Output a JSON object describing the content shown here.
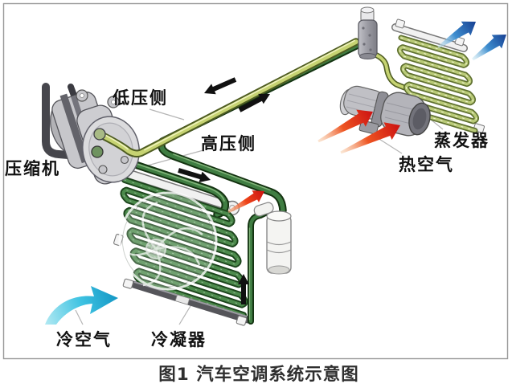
{
  "figure": {
    "caption": "图1 汽车空调系统示意图"
  },
  "diagram": {
    "labels": {
      "compressor": "压缩机",
      "low_pressure_side": "低压侧",
      "high_pressure_side": "高压侧",
      "evaporator": "蒸发器",
      "hot_air": "热空气",
      "cold_air": "冷空气",
      "condenser": "冷凝器"
    },
    "arrows": [
      {
        "name": "suction-flow-arrow",
        "color": "black",
        "direction": "down-left",
        "meaning": "refrigerant flow to compressor (low pressure line)"
      },
      {
        "name": "high-pressure-flow-arrow",
        "color": "black",
        "direction": "up-right",
        "meaning": "refrigerant flow to expansion valve (high pressure line)"
      },
      {
        "name": "condenser-inlet-flow-arrow",
        "color": "black",
        "direction": "right",
        "meaning": "refrigerant flow into condenser"
      },
      {
        "name": "condenser-outlet-flow-arrow",
        "color": "black",
        "direction": "up",
        "meaning": "refrigerant flow out of condenser"
      },
      {
        "name": "condenser-hot-air-arrow",
        "color": "red",
        "direction": "up-right",
        "meaning": "heated air leaving condenser"
      },
      {
        "name": "hot-air-arrow",
        "color": "red",
        "direction": "up-right",
        "count": 2,
        "meaning": "hot air blown through evaporator"
      },
      {
        "name": "cold-air-out-arrow",
        "color": "blue",
        "direction": "up-right",
        "count": 2,
        "meaning": "cooled air leaving evaporator"
      },
      {
        "name": "cold-air-in-arrow",
        "color": "cyan",
        "direction": "up-right",
        "meaning": "cool air entering condenser"
      }
    ],
    "colors": {
      "background": "#ffffff",
      "frame_border": "#999999",
      "label_text": "#111111",
      "caption_text": "#2f2f2f",
      "leader_line": "#b5b5b5",
      "flow_arrow": "#111111",
      "hot_air_red": "#d81f10",
      "cold_air_blue": "#1a4fa0",
      "cold_air_cyan": "#27b6dc",
      "pipe_low_pressure": "#c6d372",
      "pipe_high_pressure": "#3f7d42",
      "condenser_coil": "#4c8a4c",
      "evaporator_coil": "#b9ca77",
      "metal_gray": "#c9c9cd"
    }
  }
}
